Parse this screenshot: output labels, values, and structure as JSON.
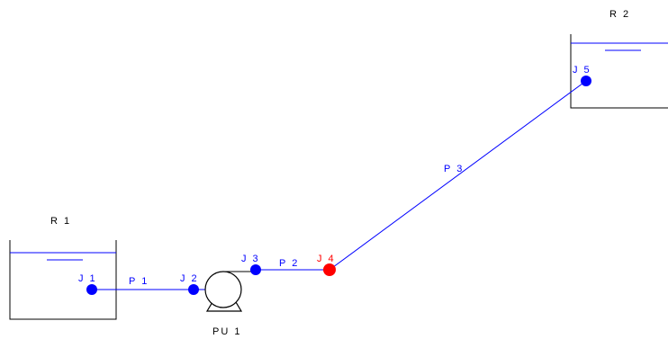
{
  "colors": {
    "pipe": "#0000ff",
    "junction": "#0000ff",
    "junction_alert": "#ff0000",
    "outline": "#000000",
    "background": "#ffffff"
  },
  "reservoirs": [
    {
      "id": "R1",
      "label": "R 1"
    },
    {
      "id": "R2",
      "label": "R 2"
    }
  ],
  "junctions": [
    {
      "id": "J1",
      "label": "J 1",
      "status": "normal"
    },
    {
      "id": "J2",
      "label": "J 2",
      "status": "normal"
    },
    {
      "id": "J3",
      "label": "J 3",
      "status": "normal"
    },
    {
      "id": "J4",
      "label": "J 4",
      "status": "alert"
    },
    {
      "id": "J5",
      "label": "J 5",
      "status": "normal"
    }
  ],
  "pipes": [
    {
      "id": "P1",
      "label": "P 1",
      "from": "J1",
      "to": "J2"
    },
    {
      "id": "P2",
      "label": "P 2",
      "from": "J3",
      "to": "J4"
    },
    {
      "id": "P3",
      "label": "P 3",
      "from": "J4",
      "to": "J5"
    }
  ],
  "pumps": [
    {
      "id": "PU1",
      "label": "PU 1",
      "from": "J2",
      "to": "J3"
    }
  ]
}
